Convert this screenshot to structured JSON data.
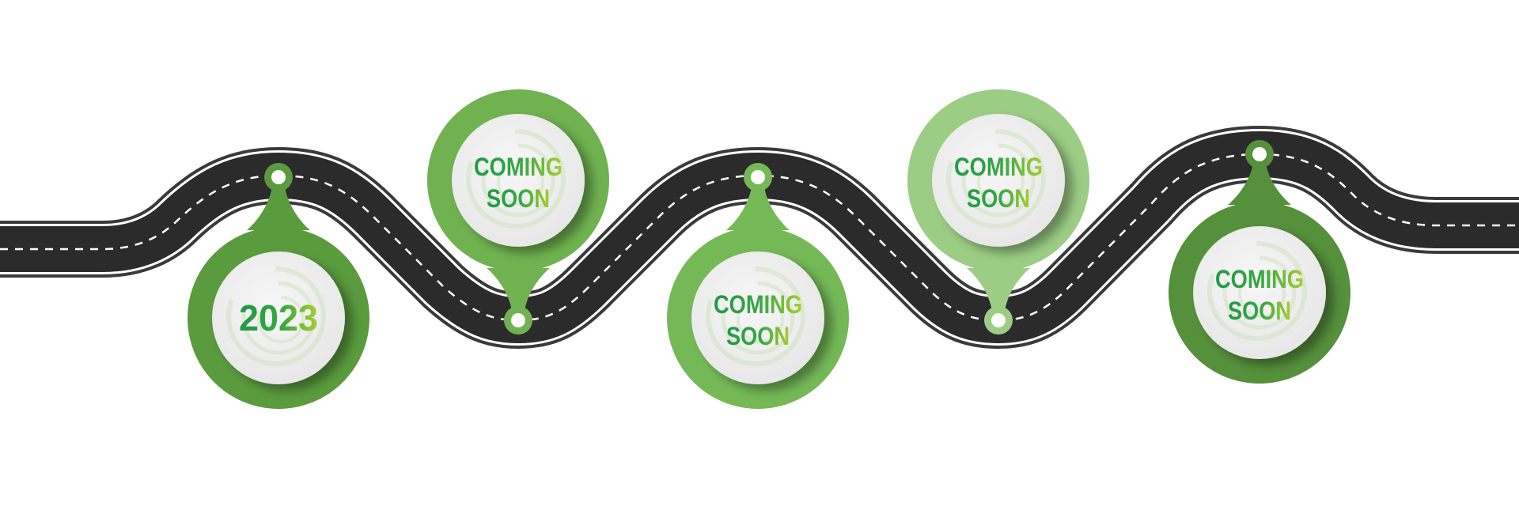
{
  "roadmap": {
    "milestones": [
      {
        "line1": "2023",
        "line2": "",
        "side": "below",
        "ring_color": "#5a9b3e"
      },
      {
        "line1": "COMING",
        "line2": "SOON",
        "side": "above",
        "ring_color": "#6fb24f"
      },
      {
        "line1": "COMING",
        "line2": "SOON",
        "side": "below",
        "ring_color": "#74b956"
      },
      {
        "line1": "COMING",
        "line2": "SOON",
        "side": "above",
        "ring_color": "#9ccd84"
      },
      {
        "line1": "COMING",
        "line2": "SOON",
        "side": "below",
        "ring_color": "#55903b"
      }
    ]
  },
  "colors": {
    "road": "#2b2b2b",
    "road_edge": "#3a3a3a",
    "lane_marking": "#ffffff",
    "text_dark_green": "#1f9a46",
    "text_light_green": "#a8cf2e",
    "inner_circle": "#f1f1f1"
  }
}
